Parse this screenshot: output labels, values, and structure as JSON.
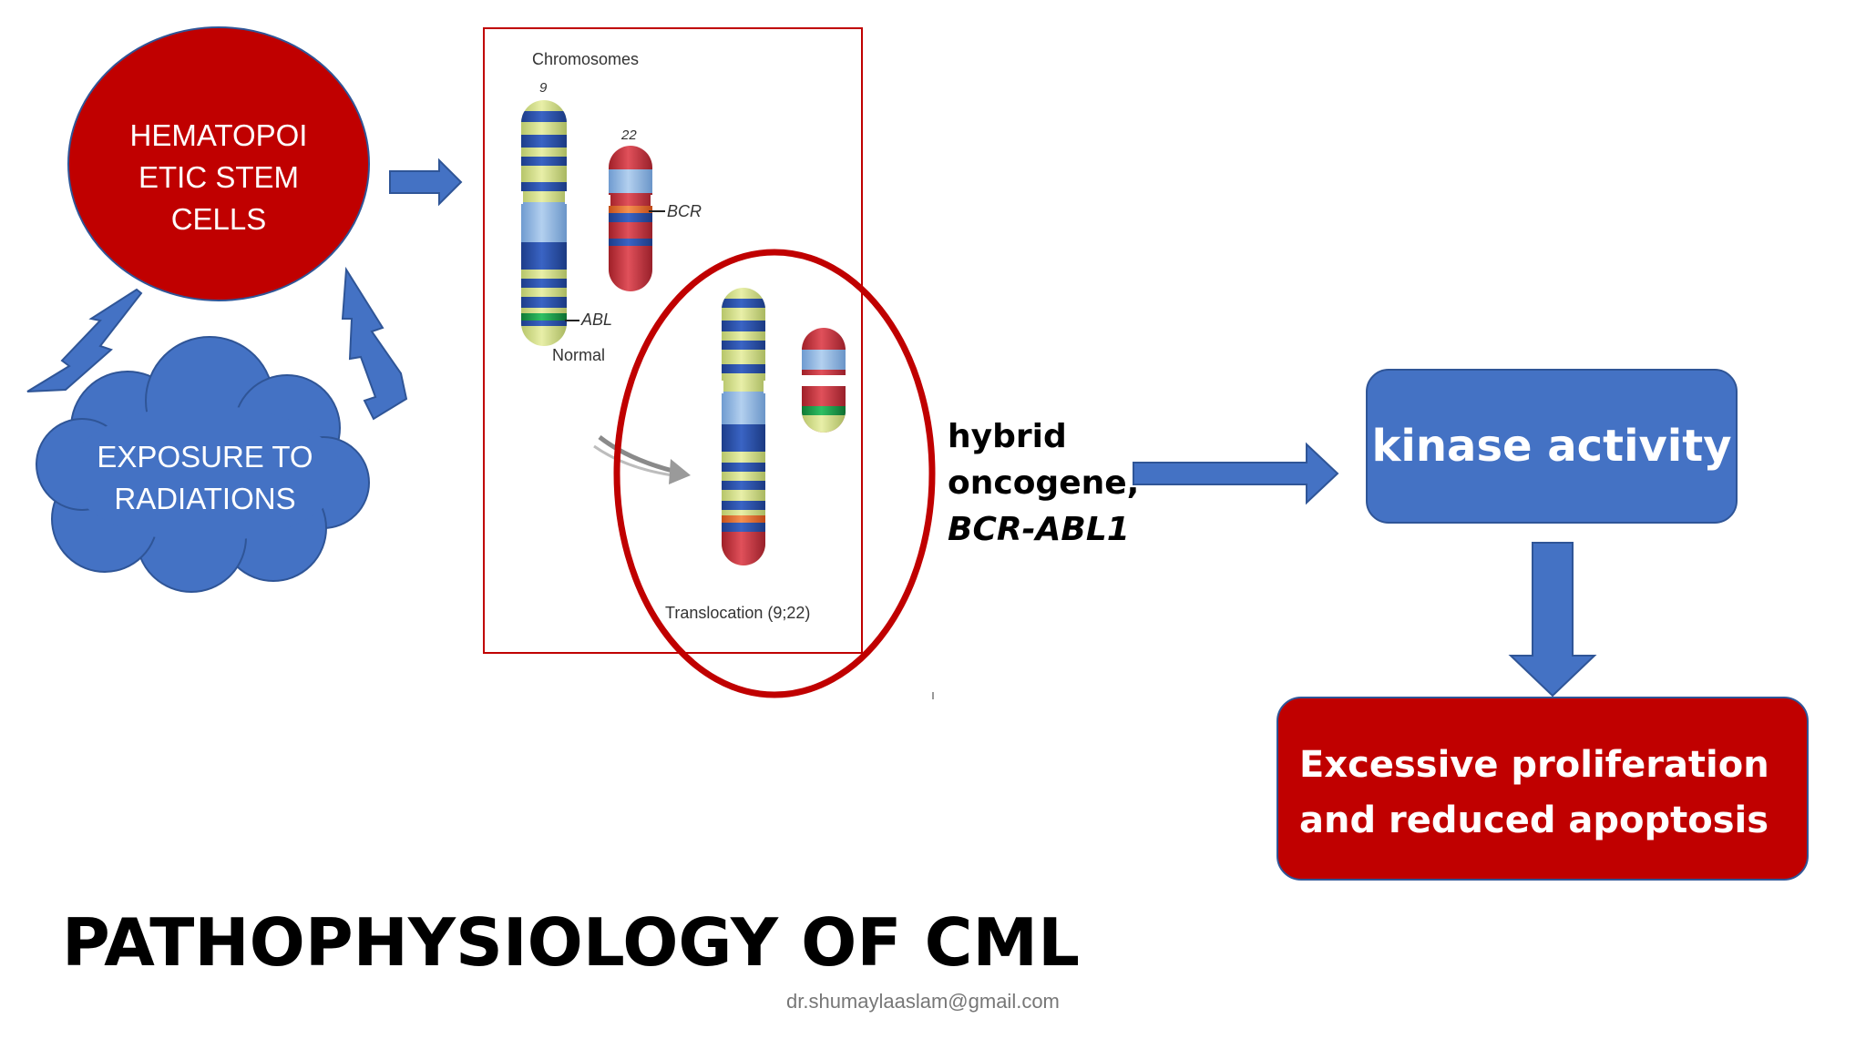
{
  "slide": {
    "title": "PATHOPHYSIOLOGY OF CML",
    "credit": "dr.shumaylaaslam@gmail.com"
  },
  "nodes": {
    "stem_cells": {
      "lines": [
        "HEMATOPOI",
        "ETIC STEM",
        "CELLS"
      ]
    },
    "radiation": {
      "lines": [
        "EXPOSURE TO",
        "RADIATIONS"
      ]
    },
    "hybrid": {
      "line1": "hybrid",
      "line2": "oncogene,",
      "line3": "BCR-ABL1"
    },
    "kinase": {
      "label": "kinase activity"
    },
    "outcome": {
      "lines": [
        "Excessive proliferation",
        "and reduced apoptosis"
      ]
    }
  },
  "chromosome_figure": {
    "heading": "Chromosomes",
    "chr9_label": "9",
    "chr22_label": "22",
    "bcr_label": "BCR",
    "abl_label": "ABL",
    "normal_label": "Normal",
    "translocation_label": "Translocation (9;22)"
  },
  "colors": {
    "red": "#c00000",
    "blue": "#4472c4",
    "dark_blue_outline": "#2f5597",
    "chromo_yellow": "#d4e08a",
    "chromo_dark_blue": "#2b4fa6",
    "chromo_light_blue": "#8db4e2",
    "chromo_green": "#1a9a4a",
    "chromo_red": "#c8303a",
    "chromo_orange": "#e86a2a"
  }
}
